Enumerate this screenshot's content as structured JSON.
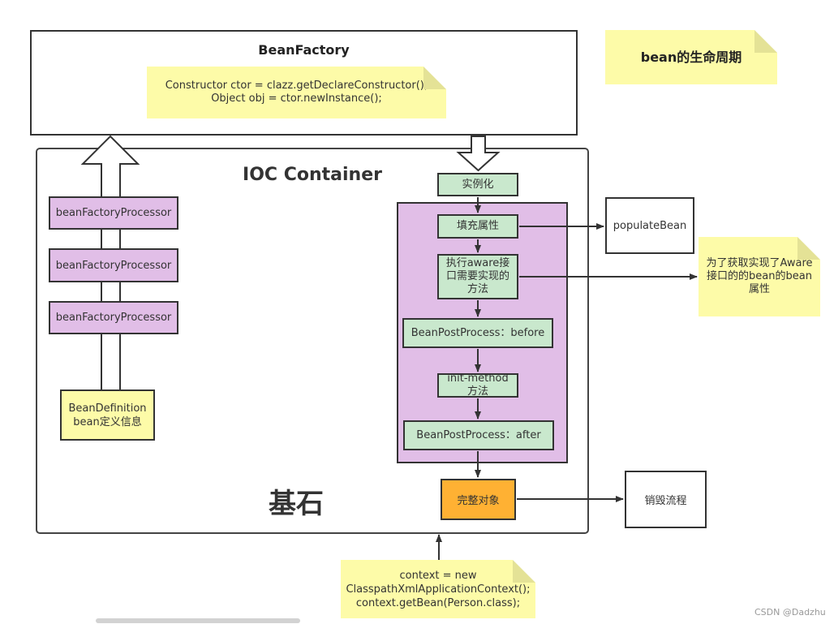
{
  "bean_factory": {
    "title": "BeanFactory",
    "code_line1": "Constructor ctor = clazz.getDeclareConstructor();",
    "code_line2": "Object obj = ctor.newInstance();"
  },
  "lifecycle_note": "bean的生命周期",
  "container": {
    "title": "IOC Container",
    "foundation_label": "基石"
  },
  "processors": [
    "beanFactoryProcessor",
    "beanFactoryProcessor",
    "beanFactoryProcessor"
  ],
  "bean_definition": {
    "line1": "BeanDefinition",
    "line2": "bean定义信息"
  },
  "steps": {
    "instantiate": "实例化",
    "populate_props": "填充属性",
    "aware_line1": "执行aware接",
    "aware_line2": "口需要实现的",
    "aware_line3": "方法",
    "post_before": "BeanPostProcess：before",
    "init_line1": "init-method",
    "init_line2": "方法",
    "post_after": "BeanPostProcess：after",
    "complete": "完整对象"
  },
  "side": {
    "populate_bean": "populateBean",
    "aware_note_line1": "为了获取实现了Aware",
    "aware_note_line2": "接口的的bean的bean",
    "aware_note_line3": "属性",
    "destroy": "销毁流程"
  },
  "context_note": {
    "line1": "context = new",
    "line2": "ClasspathXmlApplicationContext();",
    "line3": "context.getBean(Person.class);"
  },
  "watermark": "CSDN @Dadzhu",
  "colors": {
    "note_yellow": "#fdfba8",
    "processor_purple": "#e1bee7",
    "step_green": "#c9e8cd",
    "complete_orange": "#ffb133"
  }
}
